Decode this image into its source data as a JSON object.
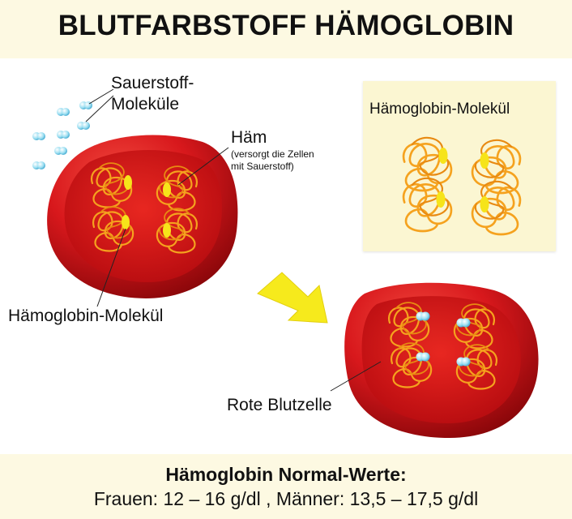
{
  "title": "BLUTFARBSTOFF HÄMOGLOBIN",
  "labels": {
    "oxygen_line1": "Sauerstoff-",
    "oxygen_line2": "Moleküle",
    "haem": "Häm",
    "haem_note_line1": "(versorgt die Zellen",
    "haem_note_line2": "mit Sauerstoff)",
    "hemoglobin_molecule_left": "Hämoglobin-Molekül",
    "hemoglobin_molecule_panel": "Hämoglobin-Molekül",
    "red_blood_cell": "Rote Blutzelle"
  },
  "footer": {
    "heading": "Hämoglobin Normal-Werte:",
    "values": "Frauen: 12 – 16 g/dl , Männer: 13,5 – 17,5 g/dl"
  },
  "colors": {
    "cell_red": "#d8181c",
    "cell_dark": "#7a0306",
    "chain_orange": "#f5a21e",
    "haem_yellow": "#f6e41a",
    "oxygen_blue": "#5cc8e8",
    "arrow_yellow": "#f6ea1c",
    "band_cream": "#fdf9e2"
  }
}
